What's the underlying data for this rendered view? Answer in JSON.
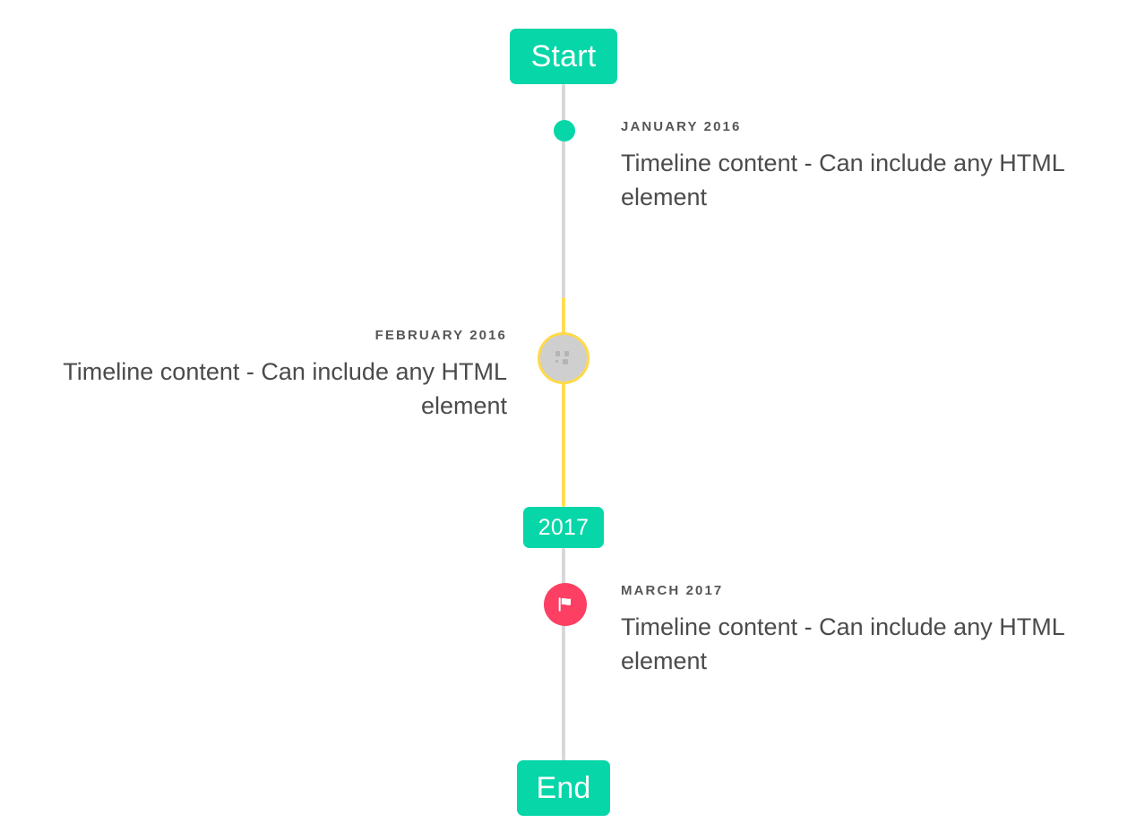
{
  "timeline": {
    "start_label": "Start",
    "end_label": "End",
    "year_marker_label": "2017",
    "colors": {
      "accent_green": "#06d6a8",
      "line_gray": "#d8d8d8",
      "line_yellow": "#ffdd55",
      "marker_gray": "#cfcfcf",
      "marker_yellow_border": "#ffd94a",
      "flag_pink": "#fc3f63",
      "date_text": "#565656",
      "body_text": "#4b4b4b",
      "badge_text": "#ffffff",
      "background": "#ffffff"
    },
    "entries": [
      {
        "date": "JANUARY 2016",
        "body": "Timeline content - Can include any HTML element",
        "side": "right",
        "marker": "dot-green"
      },
      {
        "date": "FEBRUARY 2016",
        "body": "Timeline content - Can include any HTML element",
        "side": "left",
        "marker": "circle-image-placeholder"
      },
      {
        "date": "MARCH 2017",
        "body": "Timeline content - Can include any HTML element",
        "side": "right",
        "marker": "flag-icon"
      }
    ]
  }
}
